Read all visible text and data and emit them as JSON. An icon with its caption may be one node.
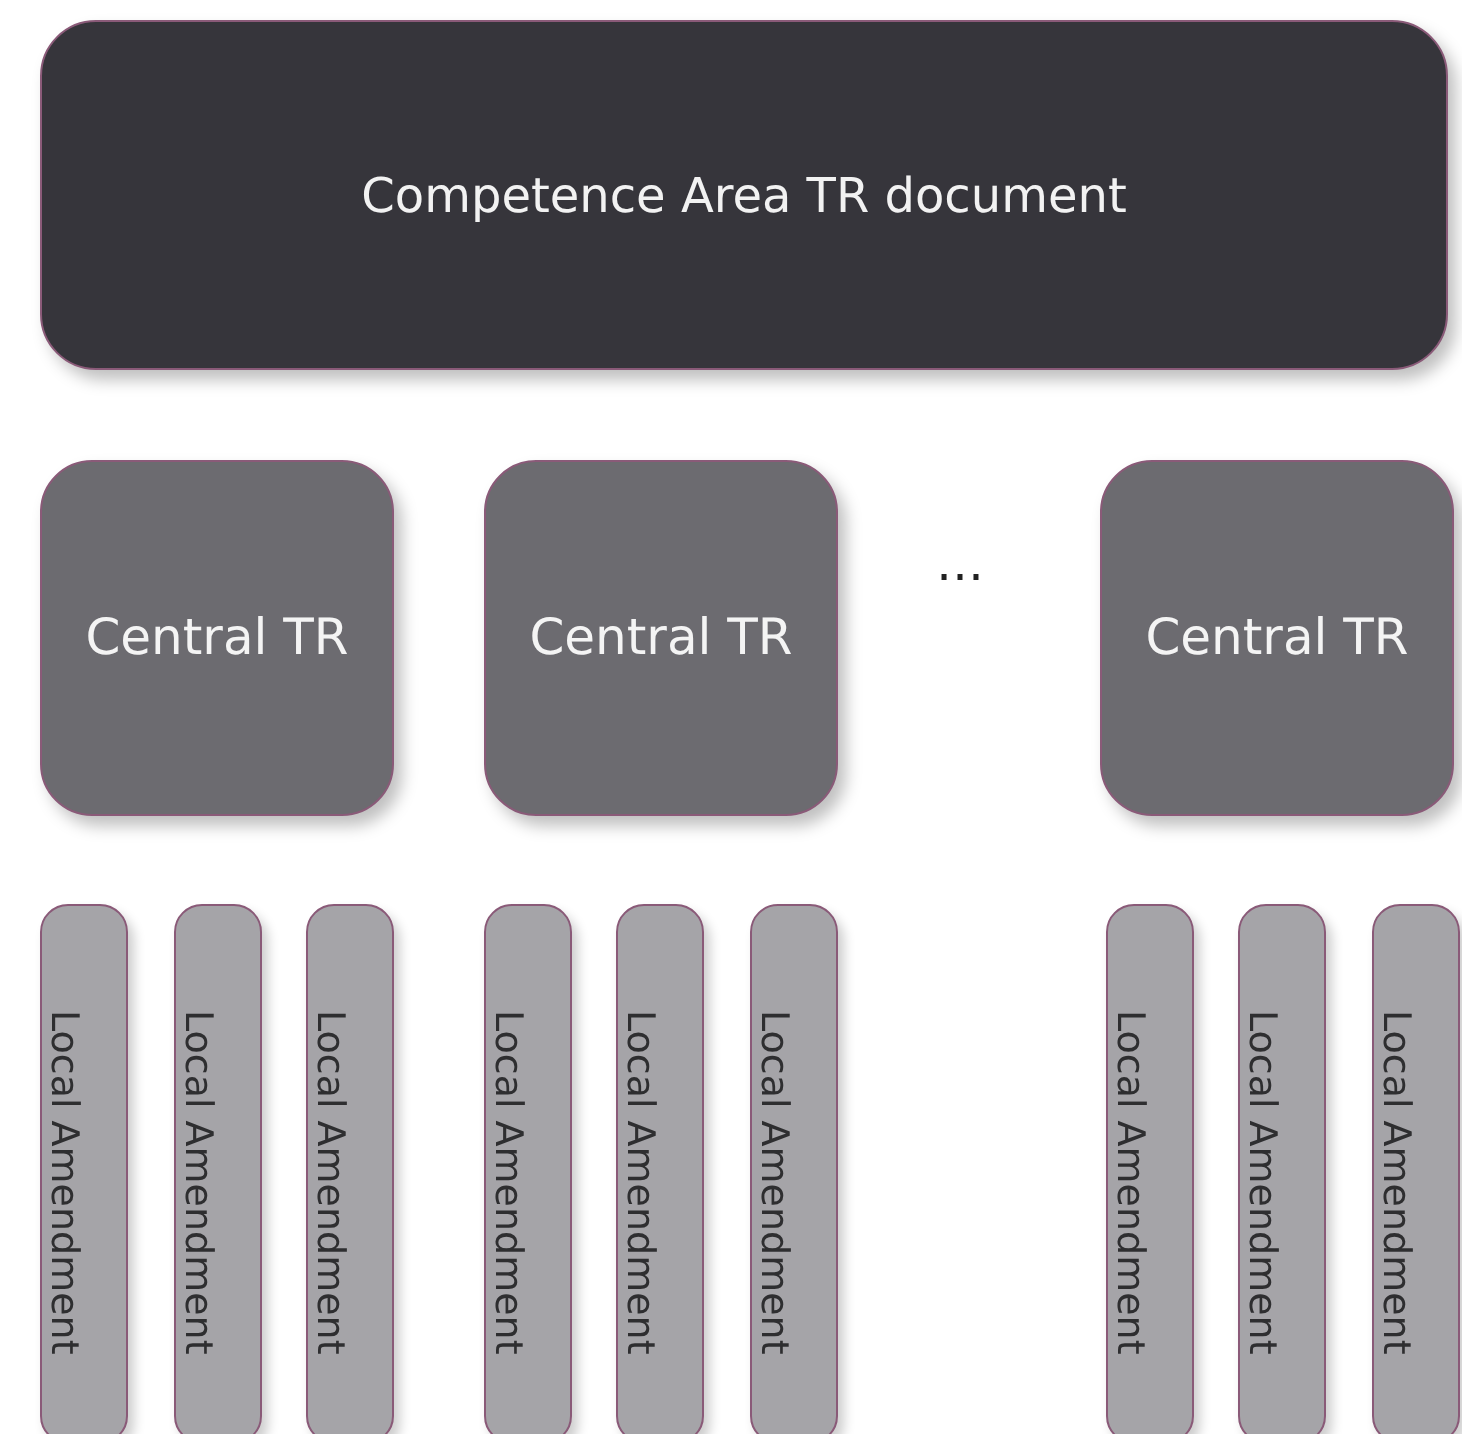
{
  "diagram": {
    "nodes": [
      {
        "text": [
          "Competence Area TR document"
        ]
      },
      {
        "text": [
          "Central TR"
        ]
      },
      {
        "text": [
          "Central TR"
        ]
      },
      {
        "text": [
          "Central TR"
        ]
      },
      {
        "text": [
          "Local Amendment"
        ]
      },
      {
        "text": [
          "Local Amendment"
        ]
      },
      {
        "text": [
          "Local Amendment"
        ]
      },
      {
        "text": [
          "Local Amendment"
        ]
      },
      {
        "text": [
          "Local Amendment"
        ]
      },
      {
        "text": [
          "Local Amendment"
        ]
      },
      {
        "text": [
          "Local Amendment"
        ]
      },
      {
        "text": [
          "Local Amendment"
        ]
      },
      {
        "text": [
          "Local Amendment"
        ]
      }
    ],
    "labels": [
      "…"
    ]
  }
}
